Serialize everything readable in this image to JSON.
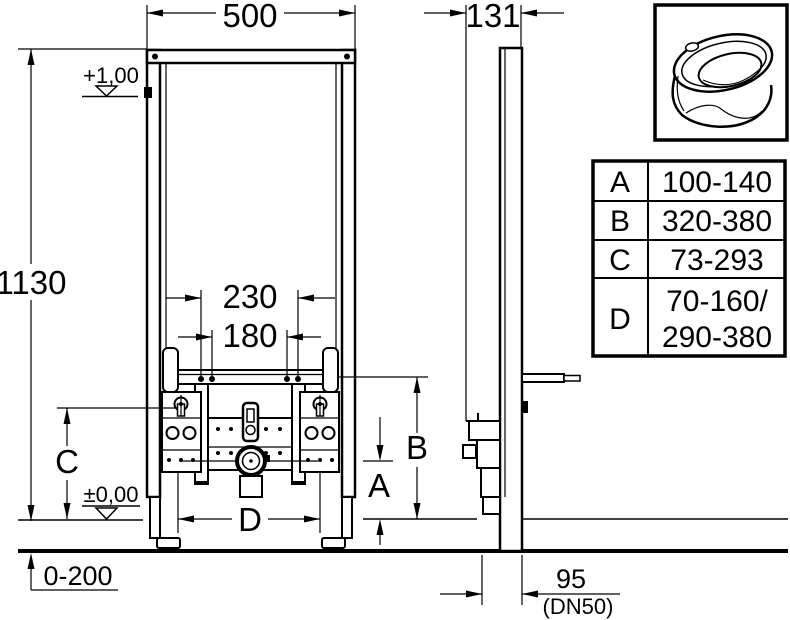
{
  "front_view": {
    "width": "500",
    "height": "1130",
    "upper_level": "+1,00",
    "floor_level": "±0,00",
    "bolt_spacing_outer": "230",
    "bolt_spacing_inner": "180",
    "dim_a": "A",
    "dim_b": "B",
    "dim_c": "C",
    "dim_d": "D",
    "floor_buildup": "0-200"
  },
  "side_view": {
    "depth": "131",
    "drain_offset": "95",
    "drain_note": "(DN50)"
  },
  "legend": {
    "icon": "wall-hung-bidet"
  },
  "table": {
    "rows": [
      {
        "key": "A",
        "value": "100-140"
      },
      {
        "key": "B",
        "value": "320-380"
      },
      {
        "key": "C",
        "value": "73-293"
      },
      {
        "key": "D",
        "value": "70-160/",
        "value_line2": "290-380"
      }
    ]
  },
  "colors": {
    "line": "#000000",
    "background": "#ffffff"
  }
}
